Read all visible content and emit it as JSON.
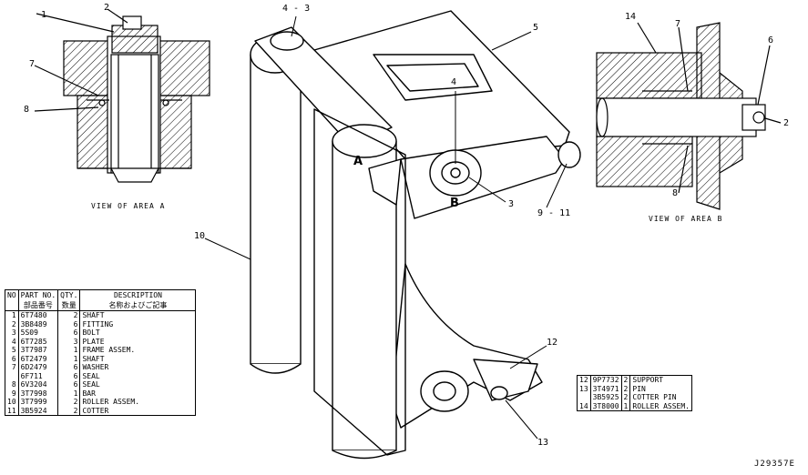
{
  "callouts": {
    "c1": "1",
    "c2": "2",
    "c7": "7",
    "c8": "8",
    "c43": "4 - 3",
    "c5": "5",
    "c4": "4",
    "c3": "3",
    "c911": "9 - 11",
    "c10": "10",
    "c12": "12",
    "c13": "13",
    "c14": "14",
    "c7b": "7",
    "c6": "6",
    "c2b": "2",
    "c8b": "8"
  },
  "area_labels": {
    "a": "A",
    "b": "B"
  },
  "views": {
    "area_a": "VIEW OF AREA A",
    "area_b": "VIEW OF AREA B"
  },
  "parts_table": {
    "headers": {
      "no": "NO",
      "part_no": "PART NO.",
      "part_no_jp": "部品番号",
      "qty": "QTY.",
      "qty_jp": "数量",
      "desc": "DESCRIPTION",
      "desc_jp": "名称およびご記事"
    },
    "rows": [
      {
        "no": "1",
        "part": "6T7480",
        "qty": "2",
        "desc": "SHAFT"
      },
      {
        "no": "2",
        "part": "3B8489",
        "qty": "6",
        "desc": "FITTING"
      },
      {
        "no": "3",
        "part": "5S09",
        "qty": "6",
        "desc": "BOLT"
      },
      {
        "no": "4",
        "part": "6T7285",
        "qty": "3",
        "desc": "PLATE"
      },
      {
        "no": "5",
        "part": "3T7987",
        "qty": "1",
        "desc": "FRAME ASSEM."
      },
      {
        "no": "6",
        "part": "6T2479",
        "qty": "1",
        "desc": "SHAFT"
      },
      {
        "no": "7",
        "part": "6D2479",
        "qty": "6",
        "desc": "WASHER"
      },
      {
        "no": "",
        "part": "6F711",
        "qty": "6",
        "desc": "SEAL"
      },
      {
        "no": "8",
        "part": "6V3204",
        "qty": "6",
        "desc": "SEAL"
      },
      {
        "no": "9",
        "part": "3T7998",
        "qty": "1",
        "desc": "BAR"
      },
      {
        "no": "10",
        "part": "3T7999",
        "qty": "2",
        "desc": "ROLLER ASSEM."
      },
      {
        "no": "11",
        "part": "3B5924",
        "qty": "2",
        "desc": "COTTER"
      }
    ]
  },
  "parts_table_2": {
    "rows": [
      {
        "no": "12",
        "part": "9P7732",
        "qty": "2",
        "desc": "SUPPORT"
      },
      {
        "no": "13",
        "part": "3T4971",
        "qty": "2",
        "desc": "PIN"
      },
      {
        "no": "",
        "part": "3B5925",
        "qty": "2",
        "desc": "COTTER PIN"
      },
      {
        "no": "14",
        "part": "3T8000",
        "qty": "1",
        "desc": "ROLLER ASSEM."
      }
    ]
  },
  "drawing_ref": "J29357E"
}
